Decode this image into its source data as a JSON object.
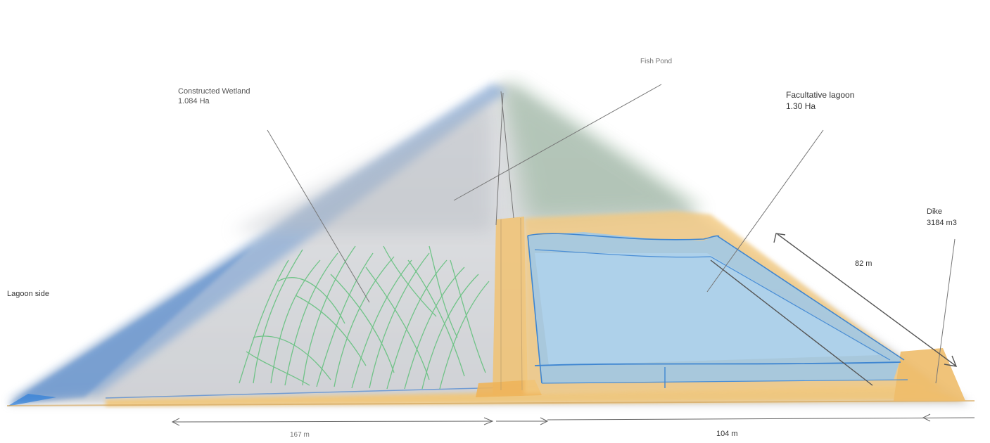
{
  "diagram": {
    "labels": {
      "constructed_wetland": {
        "name": "Constructed Wetland",
        "area": "1.084 Ha"
      },
      "fish_pond": "Fish Pond",
      "facultative_lagoon": {
        "name": "Facultative lagoon",
        "area": "1.30 Ha"
      },
      "dike": {
        "name": "Dike",
        "volume": "3184 m3"
      },
      "lagoon_side": "Lagoon side"
    },
    "dimensions": {
      "slope_length": "82 m",
      "left_span": "167 m",
      "right_span": "104 m"
    },
    "colors": {
      "water_blue": "#9cc8ea",
      "sand": "#f2c677",
      "vegetation": "#72c98a",
      "grey_wash": "#c3c7cc",
      "green_wash": "#9eb8a5",
      "ink": "#555555"
    }
  }
}
